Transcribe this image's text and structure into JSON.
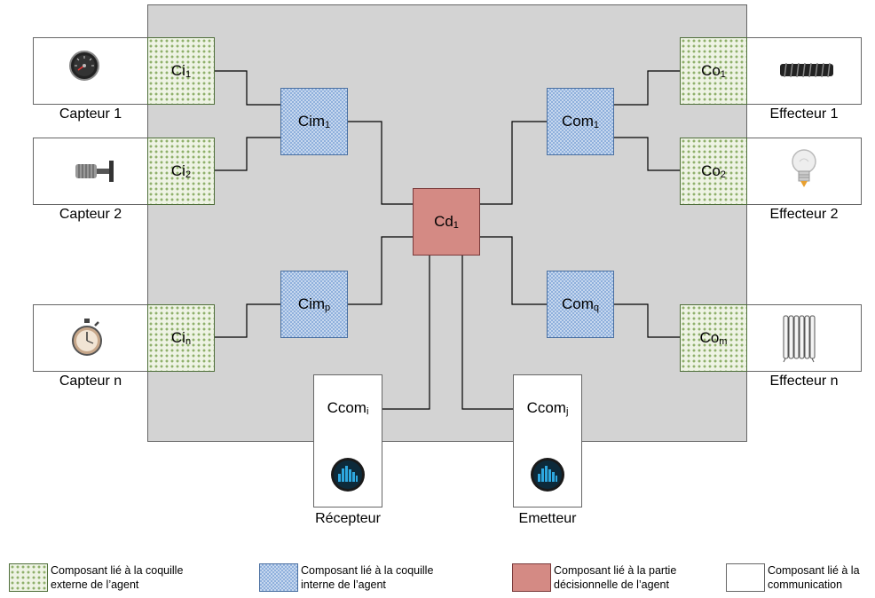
{
  "components": {
    "ci1": {
      "base": "Ci",
      "sub": "1"
    },
    "ci2": {
      "base": "Ci",
      "sub": "2"
    },
    "cin": {
      "base": "Ci",
      "sub": "n"
    },
    "cim1": {
      "base": "Cim",
      "sub": "1"
    },
    "cimp": {
      "base": "Cim",
      "sub": "p"
    },
    "cd1": {
      "base": "Cd",
      "sub": "1"
    },
    "com1": {
      "base": "Com",
      "sub": "1"
    },
    "comq": {
      "base": "Com",
      "sub": "q"
    },
    "co1": {
      "base": "Co",
      "sub": "1"
    },
    "co2": {
      "base": "Co",
      "sub": "2"
    },
    "com_m": {
      "base": "Co",
      "sub": "m"
    },
    "ccomi": {
      "base": "Ccom",
      "sub": "i"
    },
    "ccomj": {
      "base": "Ccom",
      "sub": "j"
    }
  },
  "devices": {
    "capteur1": "Capteur 1",
    "capteur2": "Capteur 2",
    "capteurn": "Capteur n",
    "effecteur1": "Effecteur 1",
    "effecteur2": "Effecteur 2",
    "effecteurn": "Effecteur n",
    "recepteur": "Récepteur",
    "emetteur": "Emetteur"
  },
  "icons": {
    "capteur1": "gauge-icon",
    "capteur2": "sensor-probe-icon",
    "capteurn": "stopwatch-icon",
    "effecteur1": "coil-icon",
    "effecteur2": "lightbulb-icon",
    "effecteurn": "radiator-icon",
    "recepteur": "signal-bars-icon",
    "emetteur": "signal-bars-icon"
  },
  "legend": [
    {
      "line1": "Composant lié à la coquille",
      "line2": "externe de l’agent"
    },
    {
      "line1": "Composant lié à la coquille",
      "line2": "interne  de l’agent"
    },
    {
      "line1": "Composant lié à la partie",
      "line2": "décisionnelle de l’agent"
    },
    {
      "line1": "Composant lié à la",
      "line2": "communication"
    }
  ],
  "colors": {
    "agent_background": "#d3d3d3",
    "external_shell": "#8fb06b",
    "internal_shell": "#8fb0dc",
    "decision": "#d48a84",
    "communication": "#ffffff"
  }
}
